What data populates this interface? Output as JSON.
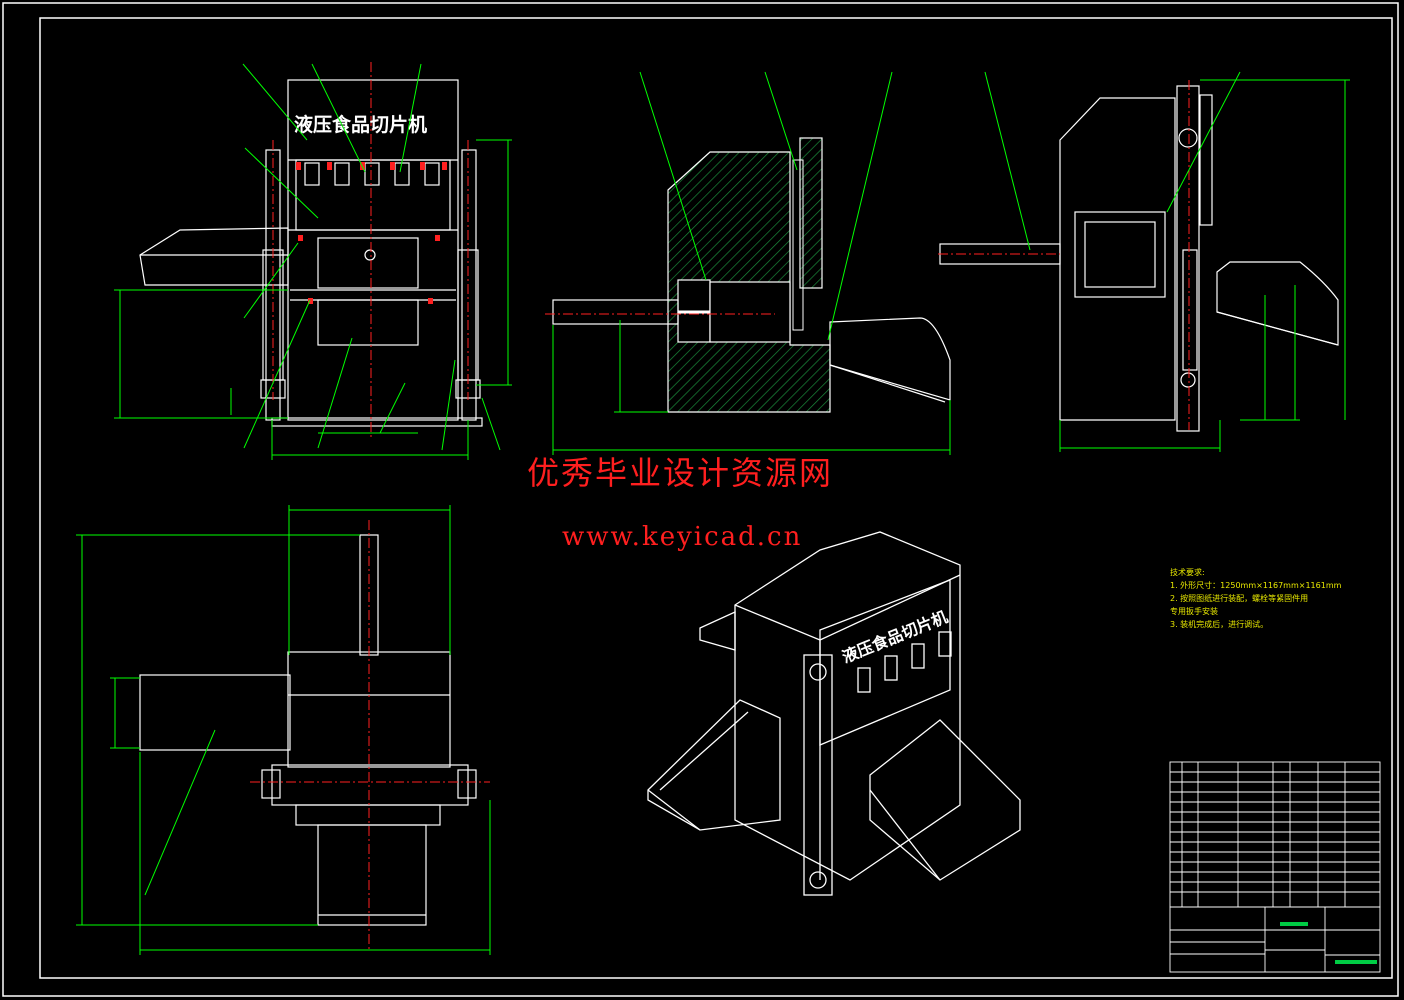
{
  "drawing": {
    "machine_title": "液压食品切片机",
    "watermark_cn": "优秀毕业设计资源网",
    "watermark_url": "www.keyicad.cn"
  },
  "tech_requirements": {
    "heading": "技术要求:",
    "items": [
      "1. 外形尺寸：1250mm×1167mm×1161mm",
      "2. 按照图纸进行装配，螺栓等紧固件用",
      "专用扳手安装",
      "3. 装机完成后，进行调试。"
    ]
  },
  "colors": {
    "background": "#000000",
    "outline": "#ffffff",
    "leader": "#00ff00",
    "centerline": "#ff2020",
    "hatch": "#1a8a3a",
    "watermark": "#ff1f1f",
    "notes": "#e8e800"
  }
}
